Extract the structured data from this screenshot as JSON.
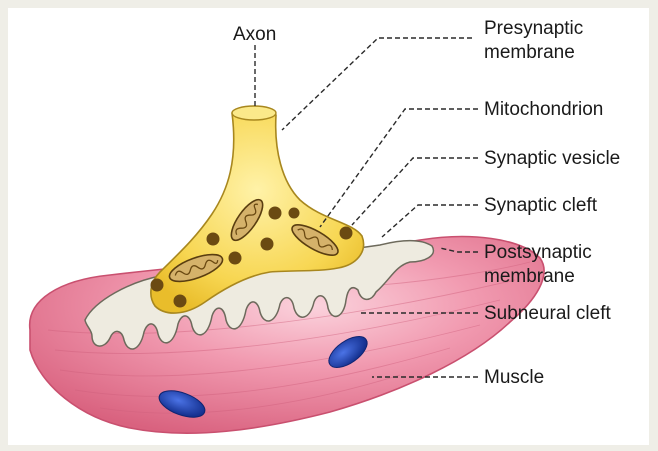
{
  "labels": {
    "axon": "Axon",
    "presynaptic_1": "Presynaptic",
    "presynaptic_2": "membrane",
    "mitochondrion": "Mitochondrion",
    "synaptic_vesicle": "Synaptic vesicle",
    "synaptic_cleft": "Synaptic cleft",
    "postsynaptic_1": "Postsynaptic",
    "postsynaptic_2": "membrane",
    "subneural_cleft": "Subneural cleft",
    "muscle": "Muscle"
  },
  "colors": {
    "background": "#efeee7",
    "panel": "#ffffff",
    "muscle": "#e57a95",
    "muscle_light": "#f6c1cf",
    "terminal": "#f5d24a",
    "terminal_outline": "#a8871e",
    "cleft": "#eceade",
    "vesicle": "#6b4a12",
    "mitochondrion": "#c9a45a",
    "nucleus": "#1b3fb0"
  }
}
